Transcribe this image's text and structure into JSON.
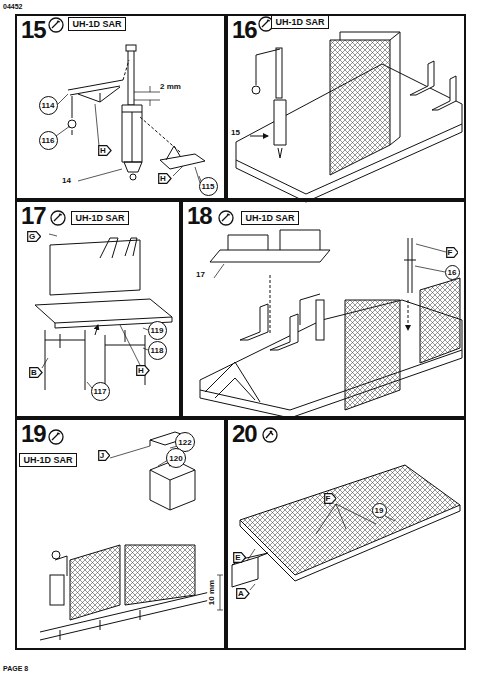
{
  "diagram": {
    "nodes": [
      {
        "text": [
          "15"
        ]
      },
      {
        "text": [
          "UH-1D SAR"
        ],
        "in": 0
      },
      {
        "text": [
          "114"
        ],
        "in": 0
      },
      {
        "text": [
          "116"
        ],
        "in": 0
      },
      {
        "text": [
          "H"
        ],
        "in": 0
      },
      {
        "text": [
          "H"
        ],
        "in": 0
      },
      {
        "text": [
          "115"
        ],
        "in": 0
      },
      {
        "text": [
          "16"
        ]
      },
      {
        "text": [
          "UH-1D SAR"
        ],
        "in": 7
      },
      {
        "text": [
          "17"
        ]
      },
      {
        "text": [
          "UH-1D SAR"
        ],
        "in": 9
      },
      {
        "text": [
          "G"
        ],
        "in": 9
      },
      {
        "text": [
          "119"
        ],
        "in": 9
      },
      {
        "text": [
          "118"
        ],
        "in": 9
      },
      {
        "text": [
          "H"
        ],
        "in": 9
      },
      {
        "text": [
          "B"
        ],
        "in": 9
      },
      {
        "text": [
          "117"
        ],
        "in": 9
      },
      {
        "text": [
          "18"
        ]
      },
      {
        "text": [
          "UH-1D SAR"
        ],
        "in": 17
      },
      {
        "text": [
          "F"
        ],
        "in": 17
      },
      {
        "text": [
          "16"
        ],
        "in": 17
      },
      {
        "text": [
          "19"
        ]
      },
      {
        "text": [
          "UH-1D SAR"
        ],
        "in": 21
      },
      {
        "text": [
          "J"
        ],
        "in": 21
      },
      {
        "text": [
          "122"
        ],
        "in": 21
      },
      {
        "text": [
          "120"
        ],
        "in": 21
      },
      {
        "text": [
          "20"
        ]
      },
      {
        "text": [
          "E"
        ],
        "in": 26
      },
      {
        "text": [
          "F"
        ],
        "in": 26
      },
      {
        "text": [
          "19"
        ],
        "in": 26
      },
      {
        "text": [
          "A"
        ],
        "in": 26
      }
    ],
    "labels": [
      "04452",
      "2 mm",
      "14",
      "15",
      "17",
      "10 mm",
      "PAGE 8"
    ]
  }
}
